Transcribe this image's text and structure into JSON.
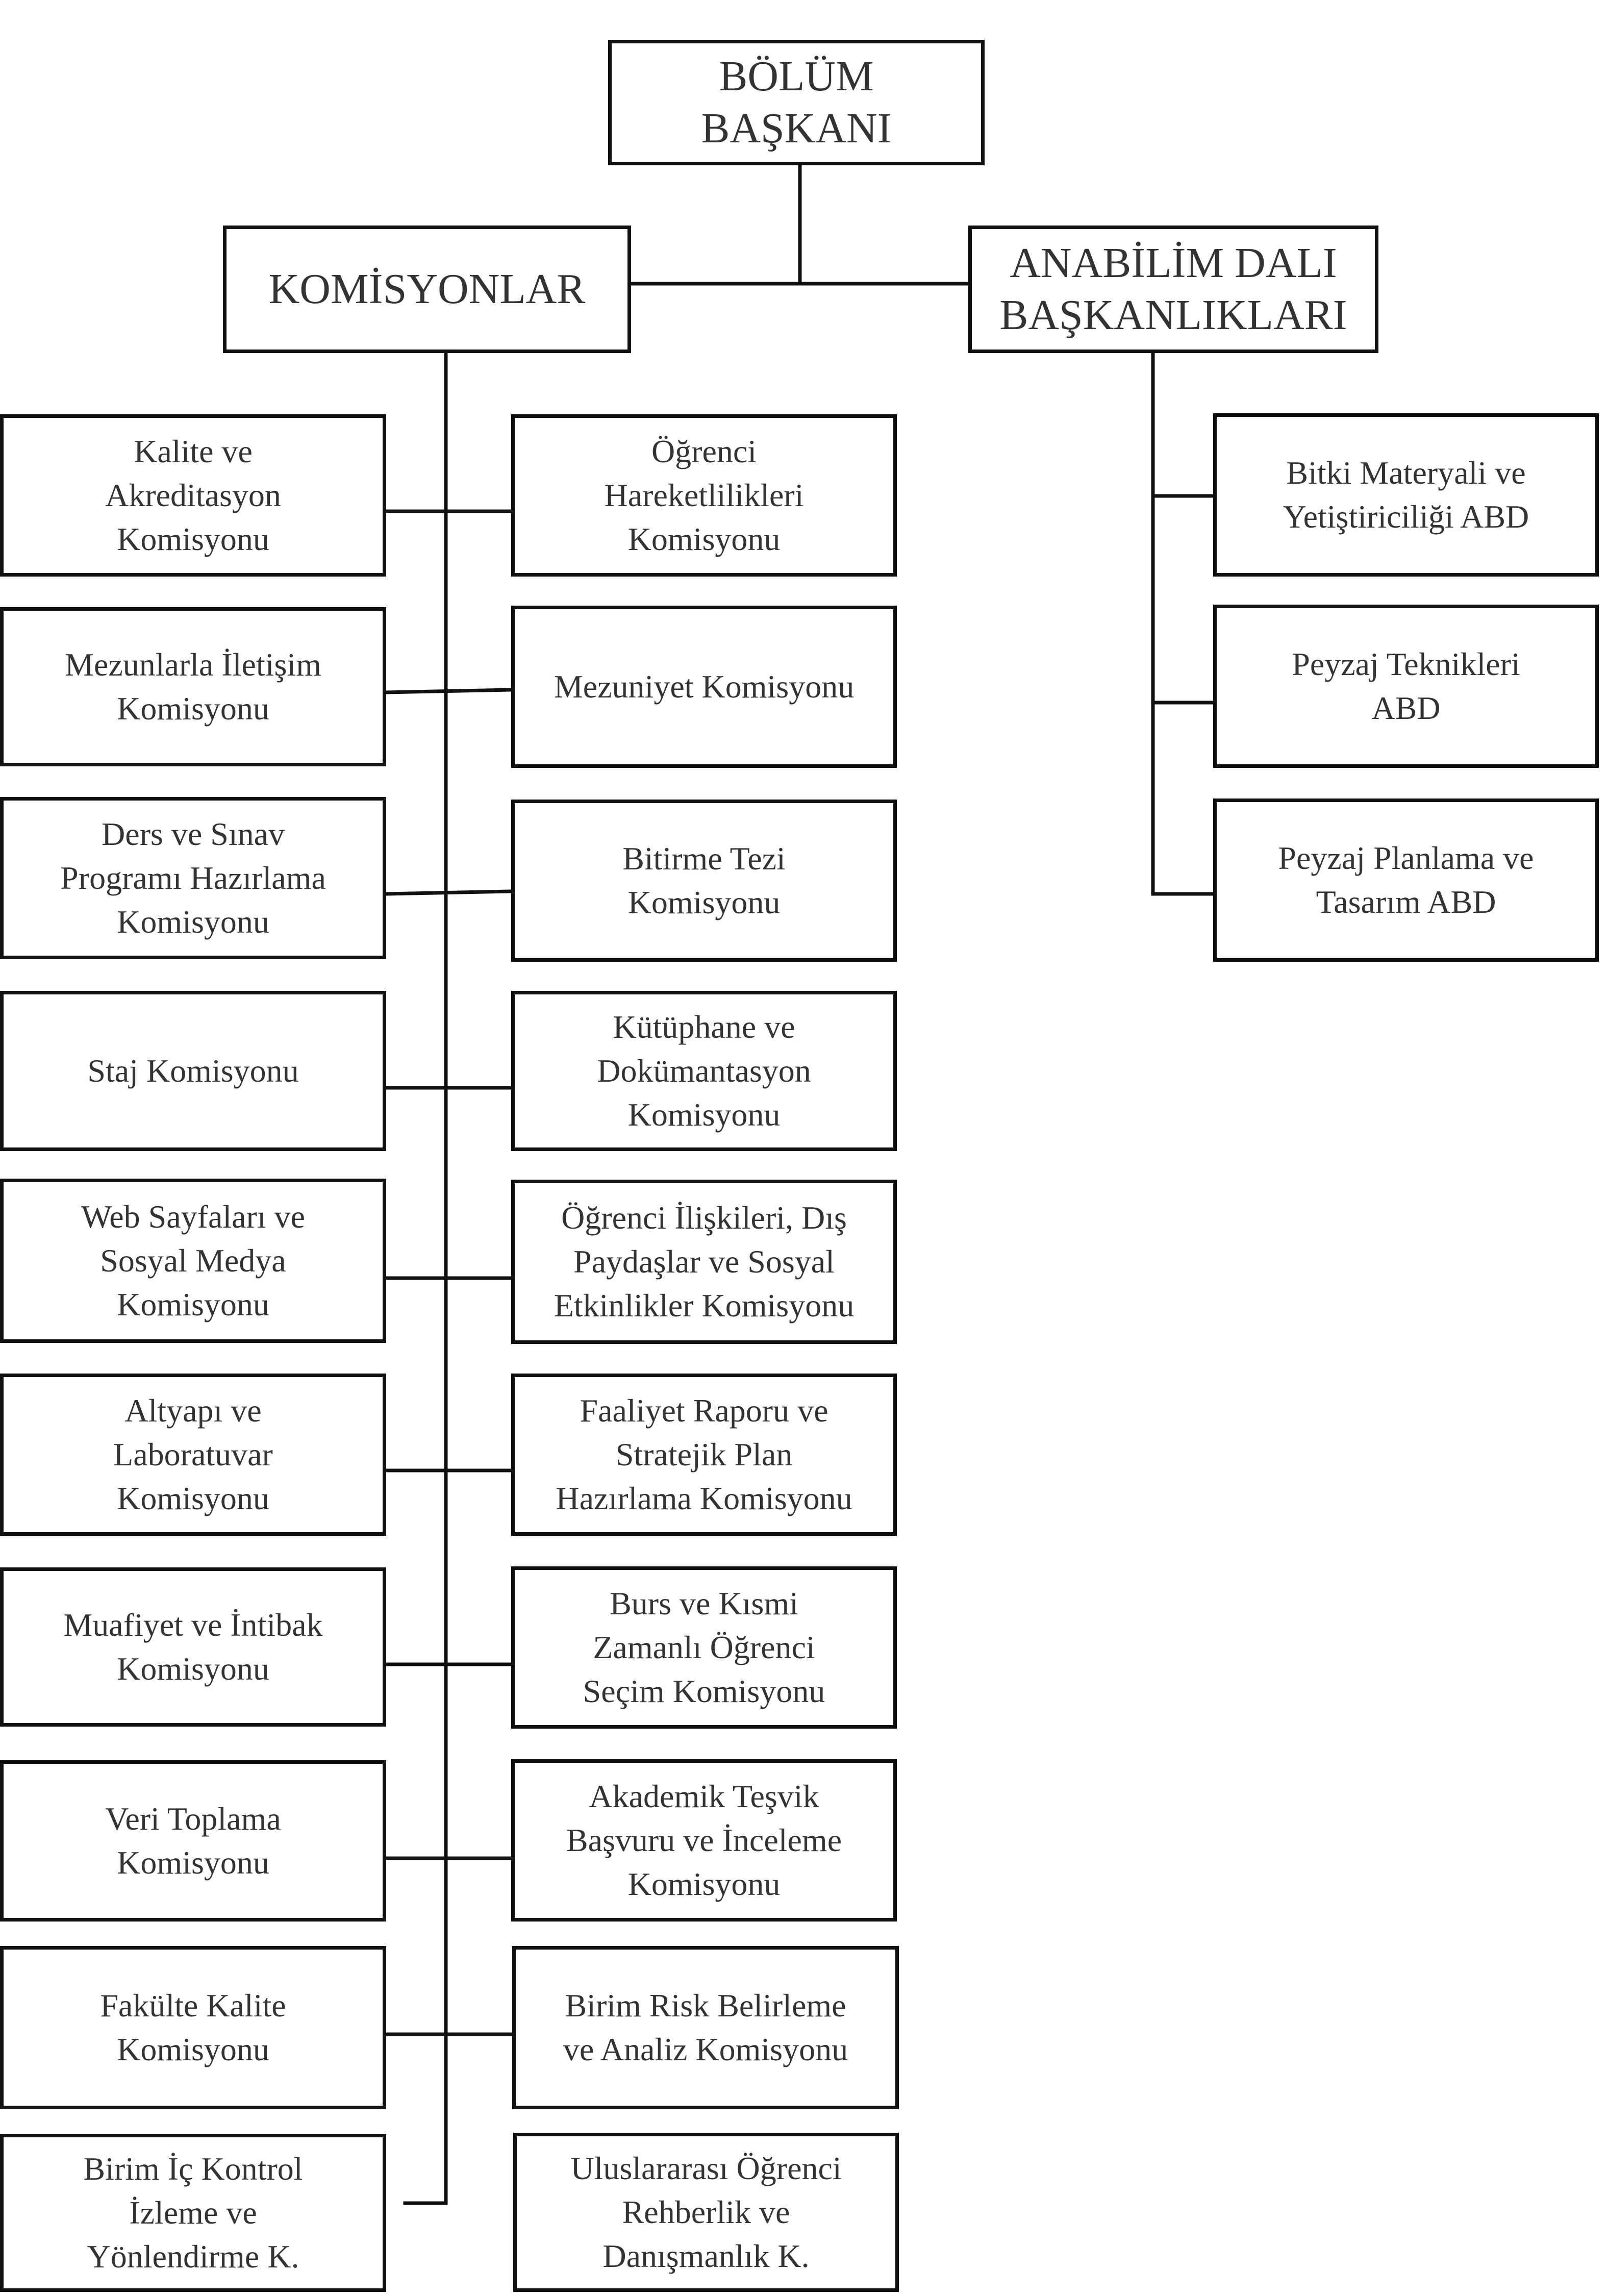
{
  "top": {
    "title": "BÖLÜM\nBAŞKANI"
  },
  "komisyonlar": {
    "title": "KOMİSYONLAR"
  },
  "anabilim": {
    "title": "ANABİLİM DALI\nBAŞKANLIKLARI"
  },
  "commissions_left": [
    "Kalite ve\nAkreditasyon\nKomisyonu",
    "Mezunlarla İletişim\nKomisyonu",
    "Ders ve Sınav\nProgramı Hazırlama\nKomisyonu",
    "Staj Komisyonu",
    "Web Sayfaları ve\nSosyal Medya\nKomisyonu",
    "Altyapı ve\nLaboratuvar\nKomisyonu",
    "Muafiyet ve İntibak\nKomisyonu",
    "Veri Toplama\nKomisyonu",
    "Fakülte Kalite\nKomisyonu",
    "Birim İç Kontrol\nİzleme ve\nYönlendirme K."
  ],
  "commissions_right": [
    "Öğrenci\nHareketlilikleri\nKomisyonu",
    "Mezuniyet Komisyonu",
    "Bitirme Tezi\nKomisyonu",
    "Kütüphane ve\nDokümantasyon\nKomisyonu",
    "Öğrenci İlişkileri, Dış\nPaydaşlar ve Sosyal\nEtkinlikler Komisyonu",
    "Faaliyet Raporu ve\nStratejik Plan\nHazırlama Komisyonu",
    "Burs ve Kısmi\nZamanlı Öğrenci\nSeçim Komisyonu",
    "Akademik Teşvik\nBaşvuru ve İnceleme\nKomisyonu",
    "Birim Risk Belirleme\nve Analiz Komisyonu",
    "Uluslararası Öğrenci\nRehberlik ve\nDanışmanlık K."
  ],
  "departments": [
    "Bitki Materyali ve\nYetiştiriciliği ABD",
    "Peyzaj Teknikleri\nABD",
    "Peyzaj Planlama ve\nTasarım ABD"
  ]
}
